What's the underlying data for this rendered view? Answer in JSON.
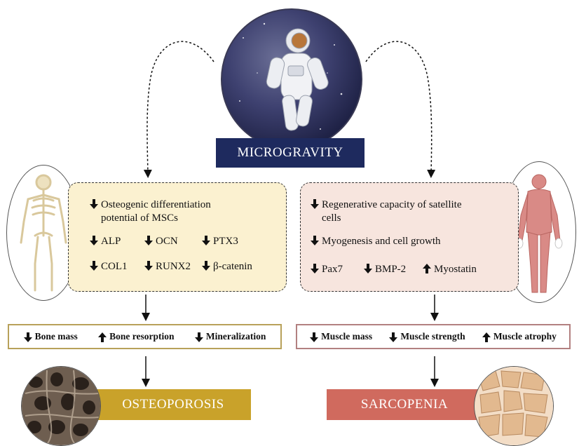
{
  "top": {
    "label": "MICROGRAVITY"
  },
  "bone": {
    "effects": {
      "line1": "Osteogenic differentiation",
      "line2": "potential of MSCs",
      "markers_row1": [
        "ALP",
        "OCN",
        "PTX3"
      ],
      "markers_row2": [
        "COL1",
        "RUNX2",
        "β-catenin"
      ]
    },
    "outcomes": {
      "item1": "Bone mass",
      "item2": "Bone resorption",
      "item3": "Mineralization"
    },
    "disease": "OSTEOPOROSIS"
  },
  "muscle": {
    "effects": {
      "line1": "Regenerative capacity of satellite",
      "line2": "cells",
      "line3": "Myogenesis and cell growth",
      "markers": [
        "Pax7",
        "BMP-2",
        "Myostatin"
      ]
    },
    "outcomes": {
      "item1": "Muscle mass",
      "item2": "Muscle strength",
      "item3": "Muscle atrophy"
    },
    "disease": "SARCOPENIA"
  },
  "colors": {
    "microgravity_bg": "#1e2a5e",
    "bone_box_bg": "#fbf1d0",
    "muscle_box_bg": "#f7e5de",
    "osteoporosis_bg": "#c9a22a",
    "sarcopenia_bg": "#d06a5e"
  },
  "icons": {
    "down": "down-arrow-icon",
    "up": "up-arrow-icon"
  }
}
